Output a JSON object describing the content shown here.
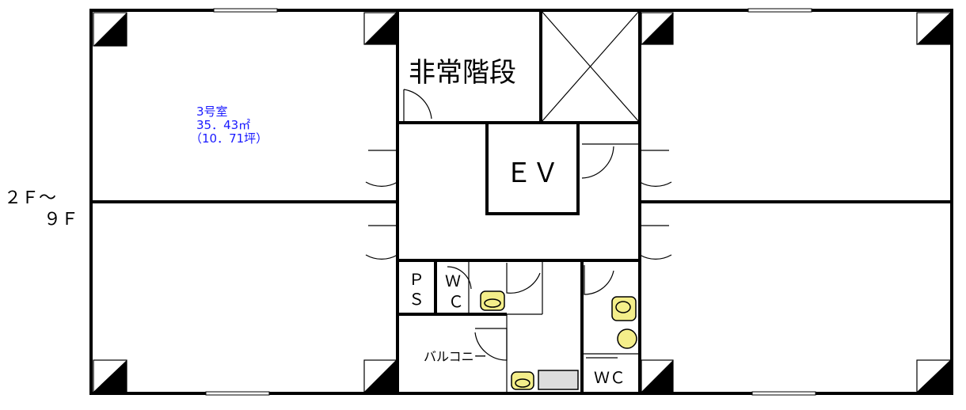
{
  "floor_label_line1": "２Ｆ～",
  "floor_label_line2": "９Ｆ",
  "room": {
    "name": "3号室",
    "area_sqm": "35．43㎡",
    "area_tsubo": "（10．71坪）"
  },
  "labels": {
    "stairs": "非常階段",
    "elevator": "ＥＶ",
    "ps_p": "Ｐ",
    "ps_s": "Ｓ",
    "wc_small_w": "Ｗ",
    "wc_small_c": "Ｃ",
    "balcony": "バルコニー",
    "wc_right": "ＷＣ"
  },
  "colors": {
    "wall": "#000000",
    "room_text": "#1a1aff",
    "toilet_fixture": "#f4ee8a"
  }
}
